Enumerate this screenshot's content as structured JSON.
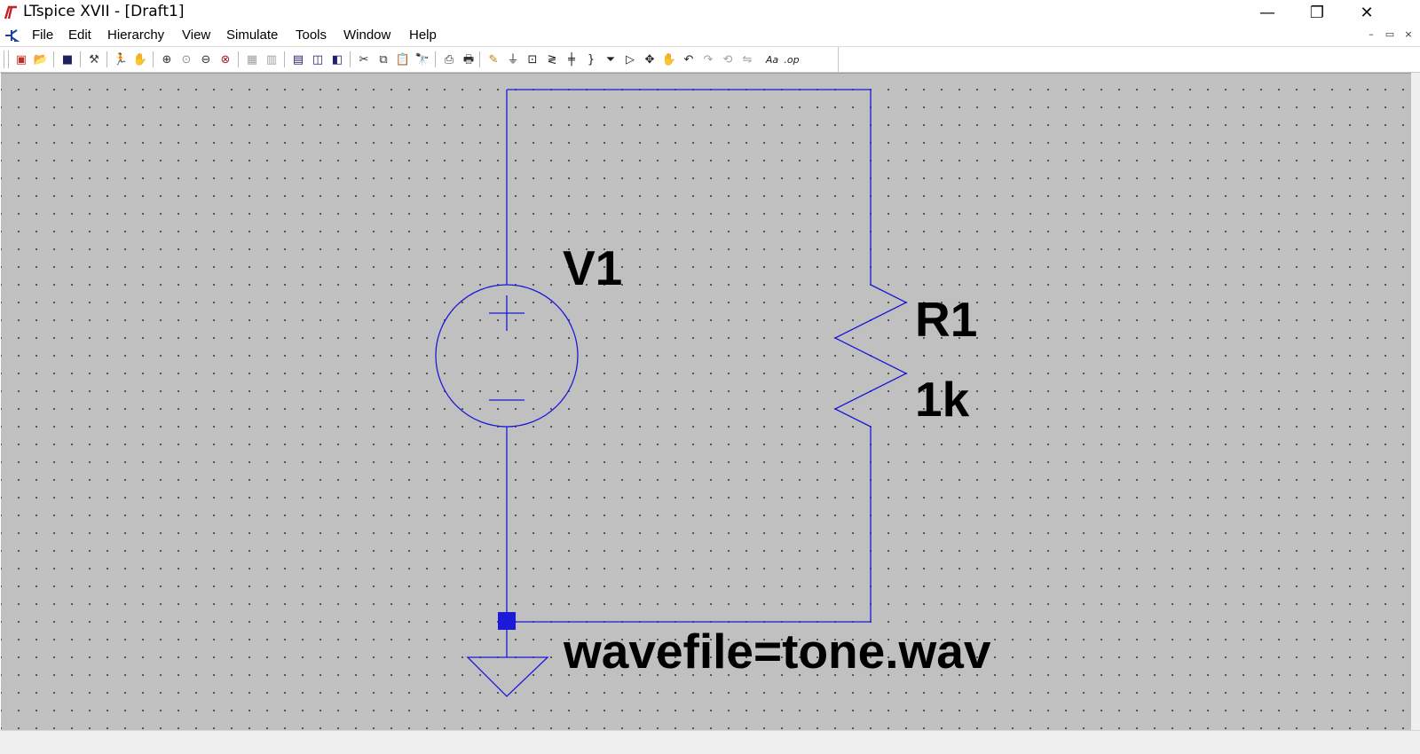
{
  "window": {
    "title": "LTspice XVII - [Draft1]",
    "controls": {
      "minimize": "—",
      "maximize": "❐",
      "close": "✕"
    }
  },
  "menubar": {
    "items": [
      {
        "label": "File",
        "name": "menu-file"
      },
      {
        "label": "Edit",
        "name": "menu-edit"
      },
      {
        "label": "Hierarchy",
        "name": "menu-hierarchy"
      },
      {
        "label": "View",
        "name": "menu-view"
      },
      {
        "label": "Simulate",
        "name": "menu-simulate"
      },
      {
        "label": "Tools",
        "name": "menu-tools"
      },
      {
        "label": "Window",
        "name": "menu-window"
      },
      {
        "label": "Help",
        "name": "menu-help"
      }
    ],
    "mdi_controls": {
      "minimize": "–",
      "restore": "▭",
      "close": "×"
    }
  },
  "toolbar": {
    "buttons": [
      {
        "icon": "new-schematic-icon",
        "glyph": "▣",
        "color": "#c03020"
      },
      {
        "icon": "open-icon",
        "glyph": "📂",
        "color": "#c89020"
      },
      {
        "icon": "save-icon",
        "glyph": "■",
        "color": "#202060"
      },
      {
        "icon": "control-panel-icon",
        "glyph": "⚒",
        "color": "#404040"
      },
      {
        "icon": "run-icon",
        "glyph": "🏃",
        "color": "#202020"
      },
      {
        "icon": "halt-icon",
        "glyph": "✋",
        "color": "#909090"
      },
      {
        "icon": "zoom-in-icon",
        "glyph": "⊕",
        "color": "#303030"
      },
      {
        "icon": "zoom-pan-icon",
        "glyph": "⊙",
        "color": "#909090"
      },
      {
        "icon": "zoom-out-icon",
        "glyph": "⊖",
        "color": "#303030"
      },
      {
        "icon": "zoom-fit-icon",
        "glyph": "⊗",
        "color": "#a02020"
      },
      {
        "icon": "autorange-icon",
        "glyph": "▦",
        "color": "#a0a0a0"
      },
      {
        "icon": "autorange-x-icon",
        "glyph": "▥",
        "color": "#a0a0a0"
      },
      {
        "icon": "tile-horizontal-icon",
        "glyph": "▤",
        "color": "#202070"
      },
      {
        "icon": "cascade-icon",
        "glyph": "◫",
        "color": "#202070"
      },
      {
        "icon": "tile-vertical-icon",
        "glyph": "◧",
        "color": "#202070"
      },
      {
        "icon": "cut-icon",
        "glyph": "✂",
        "color": "#303030"
      },
      {
        "icon": "copy-icon",
        "glyph": "⧉",
        "color": "#303030"
      },
      {
        "icon": "paste-icon",
        "glyph": "📋",
        "color": "#909090"
      },
      {
        "icon": "find-icon",
        "glyph": "🔭",
        "color": "#202020"
      },
      {
        "icon": "print-preview-icon",
        "glyph": "⎙",
        "color": "#303030"
      },
      {
        "icon": "print-icon",
        "glyph": "🖶",
        "color": "#303030"
      },
      {
        "icon": "draw-wire-icon",
        "glyph": "✎",
        "color": "#c08000"
      },
      {
        "icon": "ground-icon",
        "glyph": "⏚",
        "color": "#202020"
      },
      {
        "icon": "label-net-icon",
        "glyph": "⊡",
        "color": "#202020"
      },
      {
        "icon": "resistor-icon",
        "glyph": "≷",
        "color": "#202020"
      },
      {
        "icon": "capacitor-icon",
        "glyph": "╪",
        "color": "#202020"
      },
      {
        "icon": "inductor-icon",
        "glyph": "}",
        "color": "#202020"
      },
      {
        "icon": "diode-icon",
        "glyph": "⏷",
        "color": "#202020"
      },
      {
        "icon": "component-icon",
        "glyph": "▷",
        "color": "#202020"
      },
      {
        "icon": "move-icon",
        "glyph": "✥",
        "color": "#202020"
      },
      {
        "icon": "drag-icon",
        "glyph": "✋",
        "color": "#202020"
      },
      {
        "icon": "undo-icon",
        "glyph": "↶",
        "color": "#202020"
      },
      {
        "icon": "redo-icon",
        "glyph": "↷",
        "color": "#a0a0a0"
      },
      {
        "icon": "rotate-icon",
        "glyph": "⟲",
        "color": "#a0a0a0"
      },
      {
        "icon": "mirror-icon",
        "glyph": "⇋",
        "color": "#a0a0a0"
      },
      {
        "icon": "text-icon",
        "glyph": "Aa",
        "color": "#202020"
      },
      {
        "icon": "spice-directive-icon",
        "glyph": ".op",
        "color": "#202020"
      }
    ]
  },
  "schematic": {
    "wire_color": "#1a1ad8",
    "components": {
      "voltage_source": {
        "ref": "V1"
      },
      "resistor": {
        "ref": "R1",
        "value": "1k"
      }
    },
    "directive": "wavefile=tone.wav",
    "ground_node": true
  }
}
